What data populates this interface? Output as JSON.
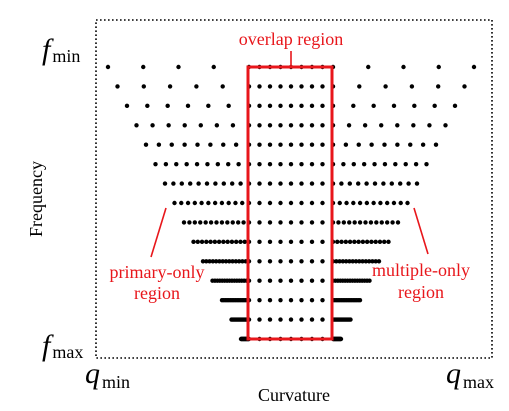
{
  "labels": {
    "f_min": {
      "main": "f",
      "sub": "min"
    },
    "f_max": {
      "main": "f",
      "sub": "max"
    },
    "q_min": {
      "main": "q",
      "sub": "min"
    },
    "q_max": {
      "main": "q",
      "sub": "max"
    },
    "y_axis": "Frequency",
    "x_axis": "Curvature",
    "overlap": "overlap region",
    "primary": [
      "primary-only",
      "region"
    ],
    "multiple": [
      "multiple-only",
      "region"
    ]
  },
  "colors": {
    "highlight": "#e8161b",
    "dot": "#000000",
    "frame": "#000000"
  },
  "diagram": {
    "rows": 15,
    "row_dot_counts": [
      17,
      19,
      21,
      23,
      25,
      27,
      29,
      31,
      33,
      35,
      37,
      39,
      41,
      43,
      45
    ],
    "overlap_columns_per_row": 9
  }
}
